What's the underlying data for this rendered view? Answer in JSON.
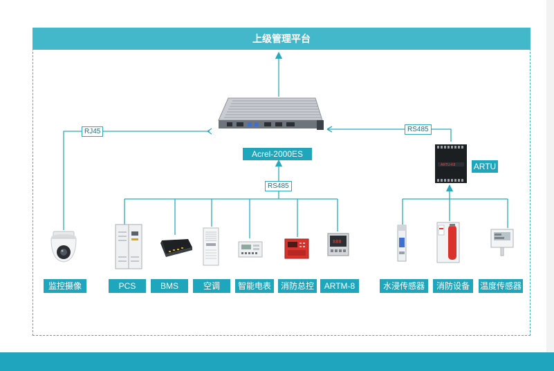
{
  "platform_title": "上级管理平台",
  "gateway": {
    "name": "Acrel-2000ES"
  },
  "artu": {
    "name": "ARTU",
    "model_text": "ARTU-K8"
  },
  "links": {
    "camera": "RJ45",
    "artu": "RS485",
    "bus": "RS485"
  },
  "devices": {
    "camera": "监控摄像",
    "pcs": "PCS",
    "bms": "BMS",
    "aircon": "空调",
    "meter": "智能电表",
    "fire_panel": "消防总控",
    "artm": "ARTM-8",
    "water_sensor": "水浸传感器",
    "fire_equipment": "消防设备",
    "temp_sensor": "温度传感器"
  },
  "colors": {
    "accent": "#1ea6bd",
    "line": "#29a9be",
    "header": "#44b8cb"
  }
}
